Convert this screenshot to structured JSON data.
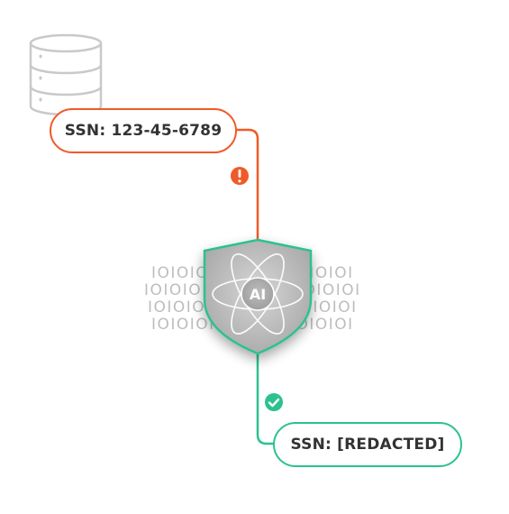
{
  "source": {
    "label": "SSN: 123-45-6789",
    "status_icon": "warning-icon",
    "accent_color": "#f05a28"
  },
  "shield": {
    "label": "AI",
    "icon": "atom-shield-icon",
    "border_color": "#2cc28e"
  },
  "result": {
    "label": "SSN: [REDACTED]",
    "status_icon": "check-icon",
    "accent_color": "#2cc28e"
  },
  "binary_stream": {
    "left": [
      "IOIOIOI",
      "IOIOIOI",
      "IOIOIOI",
      "IOIOIOI"
    ],
    "right": [
      "IOIOIOI",
      "IOIOIOI",
      "IOIOIOI",
      "IOIOIOI"
    ]
  },
  "database_icon": "database-icon"
}
